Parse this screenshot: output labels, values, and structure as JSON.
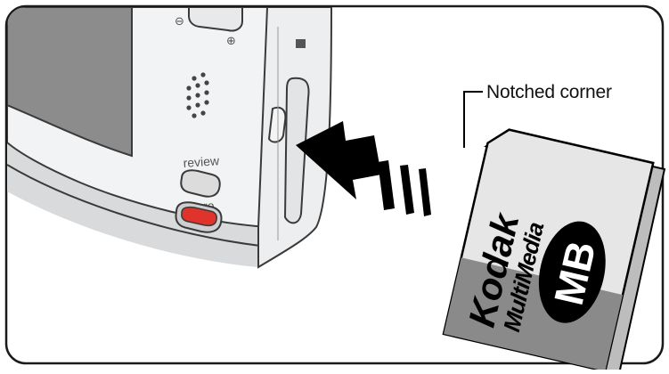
{
  "camera": {
    "review_label": "review",
    "share_label": "share"
  },
  "card": {
    "brand": "Kodak",
    "product": "MultiMedia",
    "badge": "MB"
  },
  "callout": {
    "label": "Notched corner"
  },
  "colors": {
    "frame": "#1a1a1a",
    "camera_body": "#f2f3f4",
    "camera_edge": "#3a3a3a",
    "screen": "#8c8c8c",
    "share_button": "#e0332b",
    "card_face": "#e6e6e6",
    "card_band": "#8a8a8a",
    "arrow": "#000000"
  }
}
